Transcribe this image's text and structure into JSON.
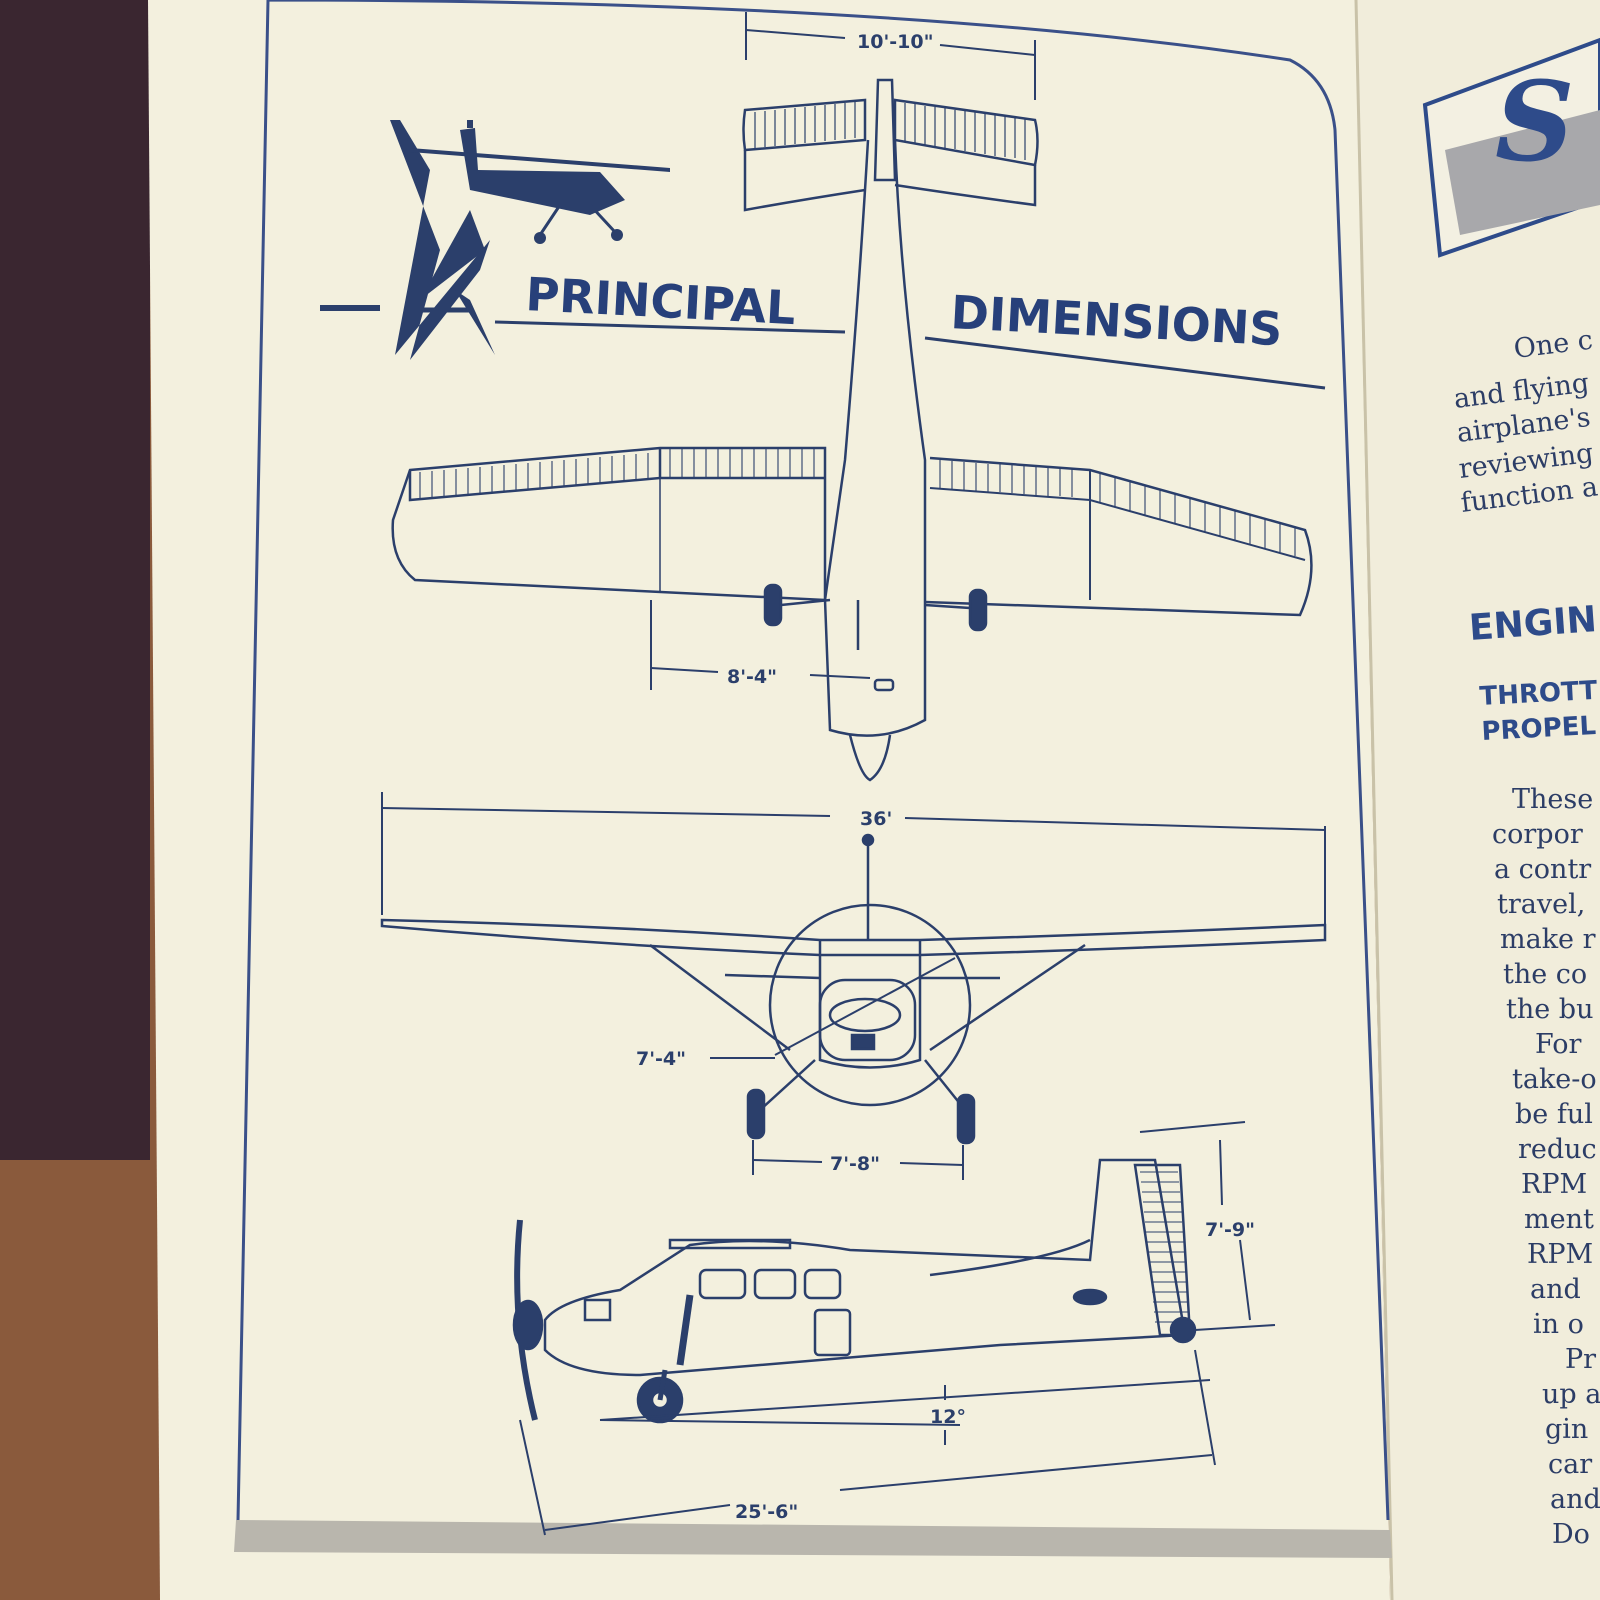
{
  "page": {
    "title_left": "PRINCIPAL",
    "title_right": "DIMENSIONS"
  },
  "dimensions": {
    "stabilizer_span": "10'-10\"",
    "main_gear_offset": "8'-4\"",
    "wingspan": "36'",
    "propeller_diameter": "7'-4\"",
    "wheel_track": "7'-8\"",
    "tail_height": "7'-9\"",
    "ground_angle": "12°",
    "overall_length": "25'-6\""
  },
  "facing_page": {
    "logo_letter": "S",
    "paragraph1": [
      "One c",
      "and flying",
      "airplane's",
      "reviewing",
      "function a"
    ],
    "section_heading": "ENGIN",
    "subheading": [
      "THROTT",
      "PROPEL"
    ],
    "paragraph2": [
      "These",
      "corpor",
      "a contr",
      "travel,",
      "make r",
      "the co",
      "the bu",
      "For",
      "take-o",
      "be ful",
      "reduc",
      "RPM",
      "ment",
      "RPM",
      "and",
      "in o",
      "Pr",
      "up a",
      "gin",
      "car",
      "and",
      "Do"
    ]
  },
  "colors": {
    "ink": "#2b3f6b",
    "paper": "#f3f0de",
    "heading_blue": "#2e4b8a",
    "wood": "#8a5a3c"
  }
}
